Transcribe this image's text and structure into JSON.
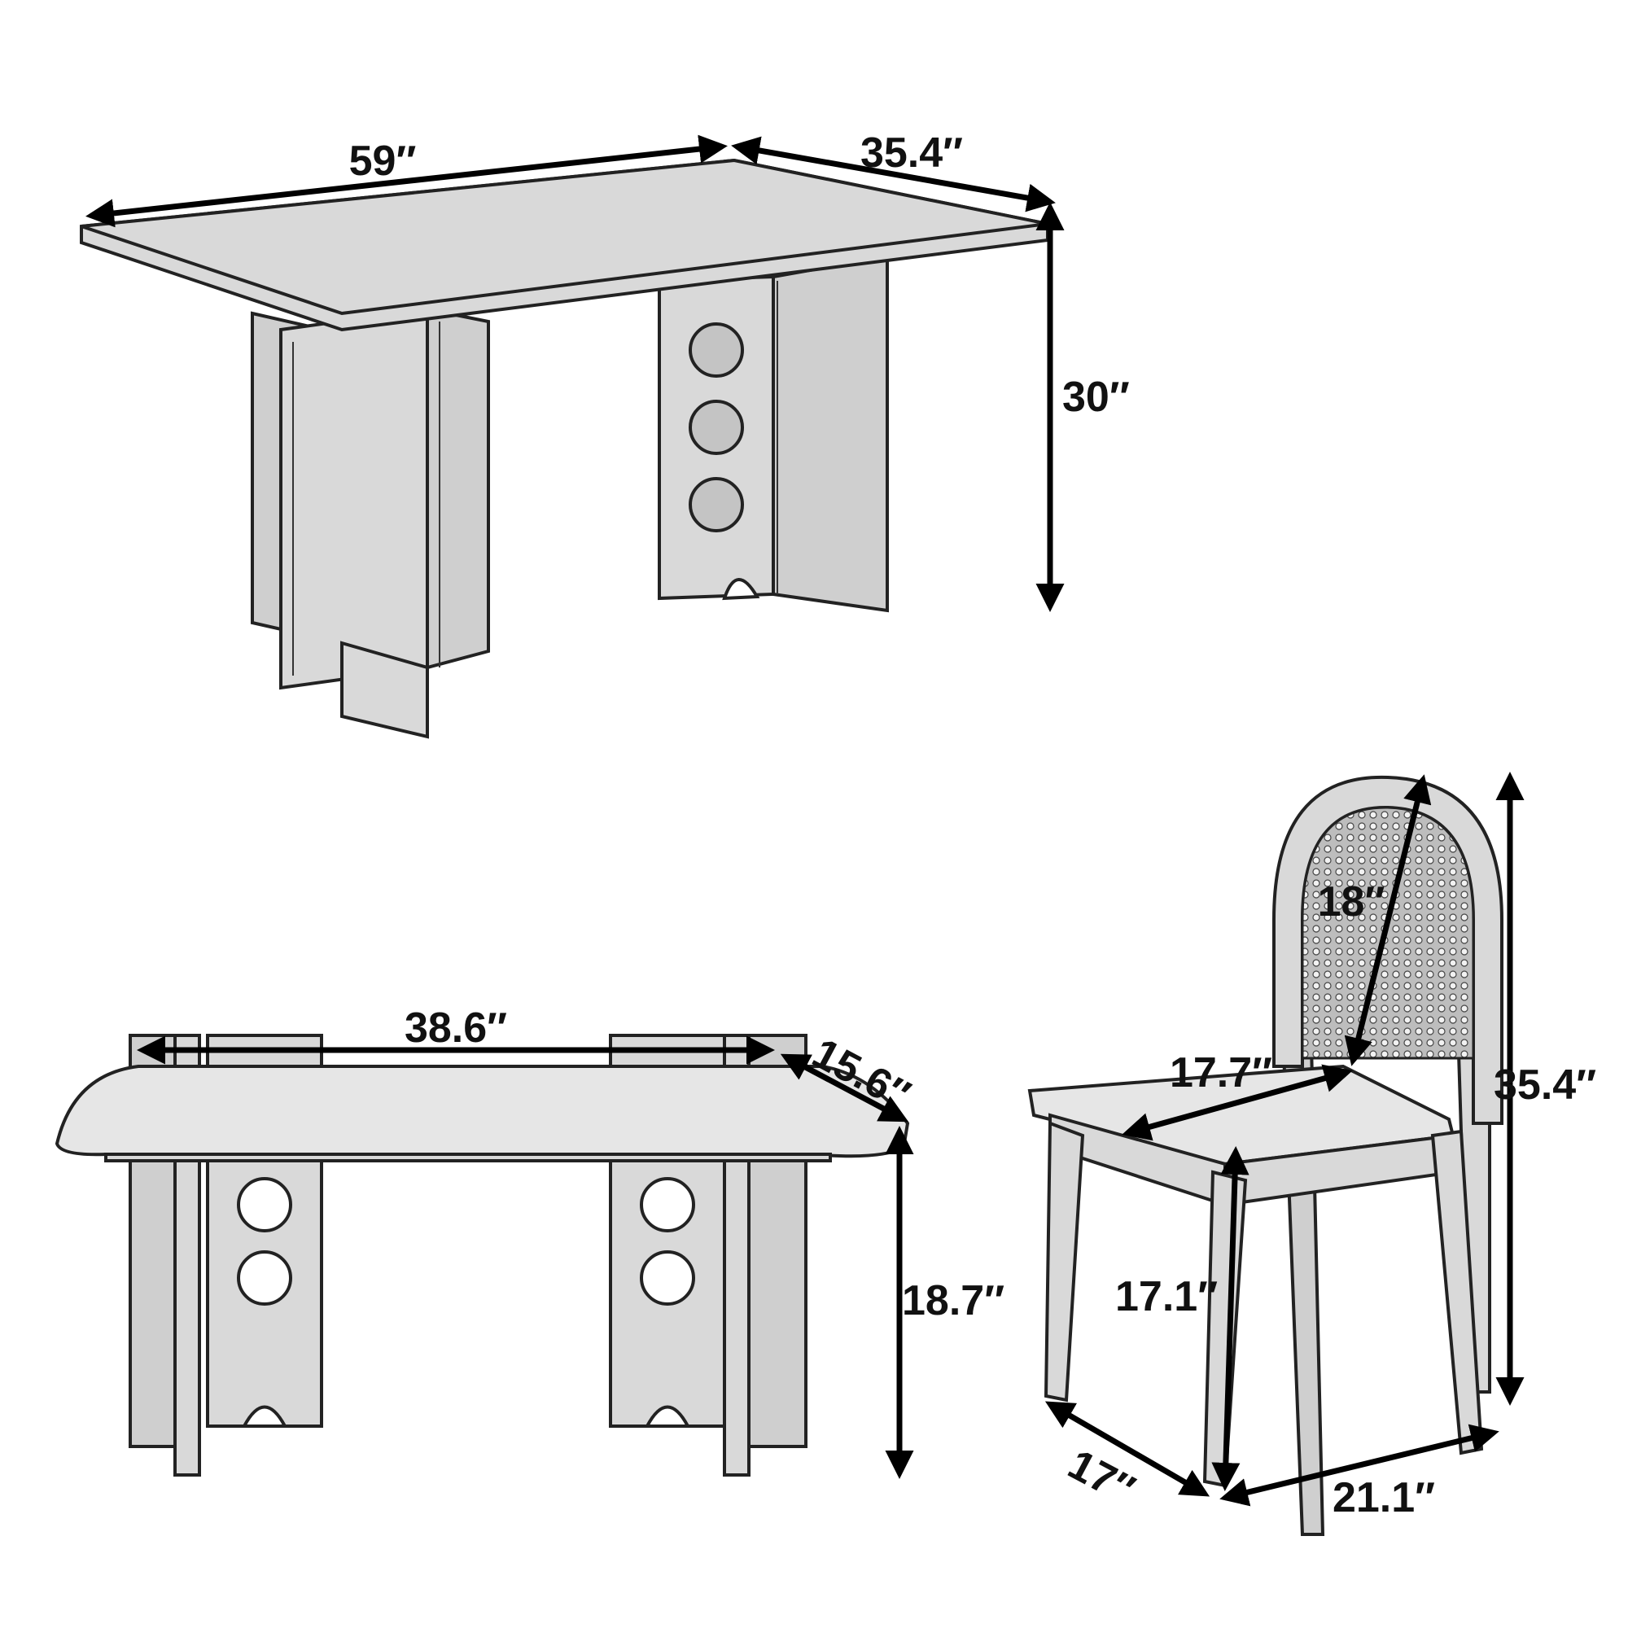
{
  "colors": {
    "line": "#000000",
    "wood_fill": "#d9d9d9",
    "seat_fill": "#e6e6e6",
    "background": "#ffffff"
  },
  "table": {
    "width": "59″",
    "depth": "35.4″",
    "height": "30″"
  },
  "bench": {
    "width": "38.6″",
    "depth": "15.6″",
    "height": "18.7″"
  },
  "chair": {
    "back_height": "18″",
    "seat_width": "17.7″",
    "total_height": "35.4″",
    "seat_height": "17.1″",
    "depth": "17″",
    "width": "21.1″"
  }
}
